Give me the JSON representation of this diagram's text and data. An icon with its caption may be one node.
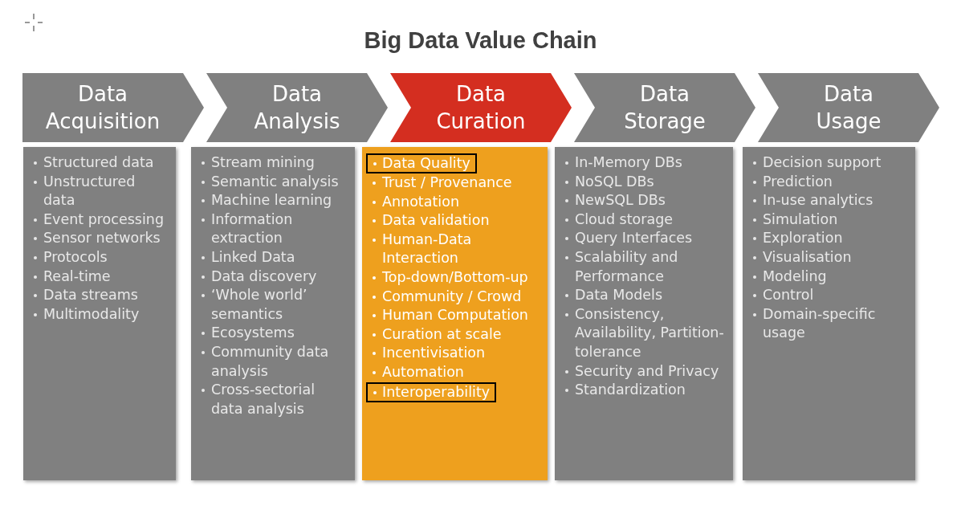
{
  "diagram": {
    "title": "Big Data Value Chain",
    "nodes": [
      {
        "text": [
          "Data Acquisition"
        ]
      },
      {
        "text": [
          "Data Analysis"
        ]
      },
      {
        "text": [
          "Data Curation"
        ]
      },
      {
        "text": [
          "Data Storage"
        ]
      },
      {
        "text": [
          "Data Usage"
        ]
      },
      {
        "text": [
          "Structured data",
          "Unstructured data",
          "Event processing",
          "Sensor networks",
          "Protocols",
          "Real-time",
          "Data streams",
          "Multimodality"
        ]
      },
      {
        "text": [
          "Stream mining",
          "Semantic analysis",
          "Machine learning",
          "Information extraction",
          "Linked Data",
          "Data discovery",
          "‘Whole world’ semantics",
          "Ecosystems",
          "Community data analysis",
          "Cross-sectorial data analysis"
        ]
      },
      {
        "text": [
          "Trust / Provenance",
          "Annotation",
          "Data validation",
          "Human-Data Interaction",
          "Top-down/Bottom-up",
          "Community / Crowd",
          "Human Computation",
          "Curation at scale",
          "Incentivisation",
          "Automation"
        ]
      },
      {
        "text": [
          "In-Memory DBs",
          "NoSQL DBs",
          "NewSQL DBs",
          "Cloud storage",
          "Query Interfaces",
          "Scalability and Performance",
          "Data Models",
          "Consistency, Availability, Partition-tolerance",
          "Security and Privacy",
          "Standardization"
        ]
      },
      {
        "text": [
          "Decision support",
          "Prediction",
          "In-use analytics",
          "Simulation",
          "Exploration",
          "Visualisation",
          "Modeling",
          "Control",
          "Domain-specific usage"
        ]
      },
      {
        "text": [
          "Data Quality"
        ],
        "in": 7
      },
      {
        "text": [
          "Interoperability"
        ],
        "in": 7
      }
    ]
  }
}
